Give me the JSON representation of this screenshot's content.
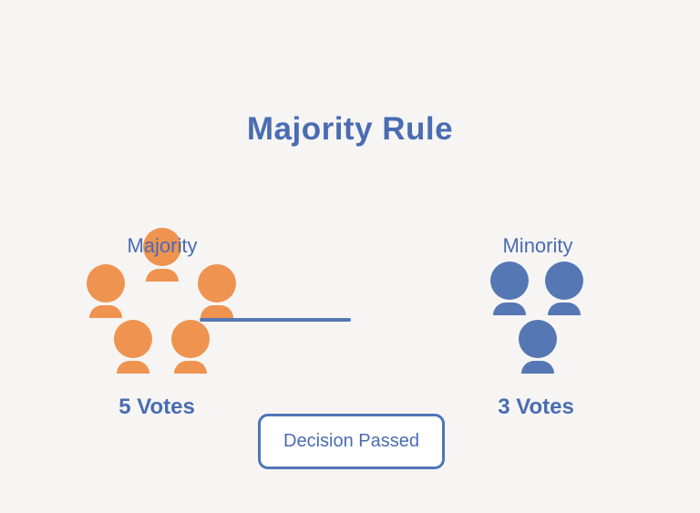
{
  "title": "Majority Rule",
  "groups": [
    {
      "name": "Majority",
      "votes_label": "5 Votes",
      "member_count": 5,
      "color": "#EF9350"
    },
    {
      "name": "Minority",
      "votes_label": "3 Votes",
      "member_count": 3,
      "color": "#5577B4"
    }
  ],
  "result_button": {
    "label": "Decision Passed"
  },
  "colors": {
    "bg": "#F6F5F3",
    "orange": "#EF9350",
    "blue": "#5577B4",
    "text-blue": "#4A6CB2",
    "button-border": "#4F74B8",
    "button-bg": "#FFFFFF"
  }
}
